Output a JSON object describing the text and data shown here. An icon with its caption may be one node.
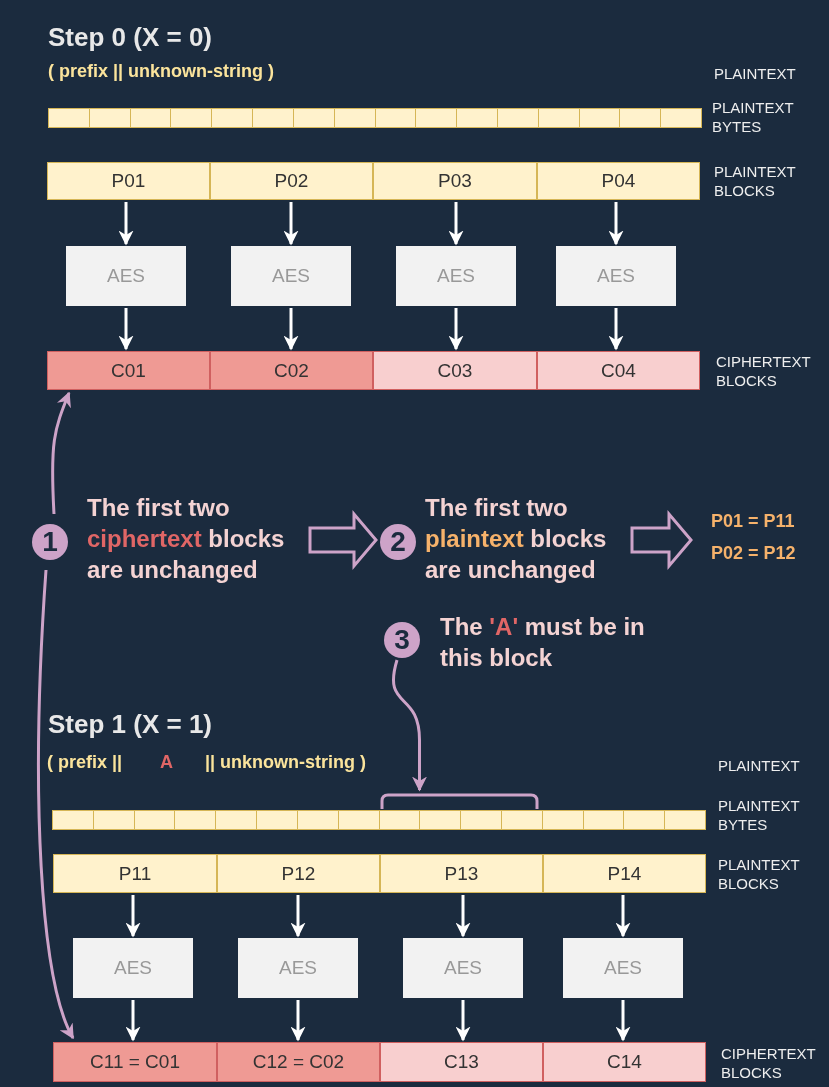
{
  "diagram": {
    "nodes": [
      {
        "text": [],
        "shape": "bar"
      },
      {
        "text": [
          "P01"
        ]
      },
      {
        "text": [
          "P02"
        ]
      },
      {
        "text": [
          "P03"
        ]
      },
      {
        "text": [
          "P04"
        ]
      },
      {
        "text": [
          "AES"
        ]
      },
      {
        "text": [
          "AES"
        ]
      },
      {
        "text": [
          "AES"
        ]
      },
      {
        "text": [
          "AES"
        ]
      },
      {
        "text": [
          "C01"
        ]
      },
      {
        "text": [
          "C02"
        ]
      },
      {
        "text": [
          "C03"
        ]
      },
      {
        "text": [
          "C04"
        ]
      },
      {
        "text": [
          "1"
        ],
        "beside": [
          "The first two **ciphertext** blocks are unchanged"
        ]
      },
      {
        "text": [
          "2"
        ],
        "beside": [
          "The first two **plaintext** blocks are unchanged"
        ]
      },
      {
        "text": [
          "P01 = P11",
          "P02 = P12"
        ]
      },
      {
        "text": [
          "3"
        ],
        "beside": [
          "The **'A'** must be in this block"
        ]
      },
      {
        "text": [],
        "shape": "bracket"
      },
      {
        "text": [],
        "shape": "bar"
      },
      {
        "text": [
          "P11"
        ]
      },
      {
        "text": [
          "P12"
        ]
      },
      {
        "text": [
          "P13"
        ]
      },
      {
        "text": [
          "P14"
        ]
      },
      {
        "text": [
          "AES"
        ]
      },
      {
        "text": [
          "AES"
        ]
      },
      {
        "text": [
          "AES"
        ]
      },
      {
        "text": [
          "AES"
        ]
      },
      {
        "text": [
          "C11 = C01"
        ]
      },
      {
        "text": [
          "C12 = C02"
        ]
      },
      {
        "text": [
          "C13"
        ]
      },
      {
        "text": [
          "C14"
        ]
      }
    ],
    "edges": [
      {
        "from": 1,
        "to": 5,
        "arrow": "to"
      },
      {
        "from": 2,
        "to": 6,
        "arrow": "to"
      },
      {
        "from": 3,
        "to": 7,
        "arrow": "to"
      },
      {
        "from": 4,
        "to": 8,
        "arrow": "to"
      },
      {
        "from": 5,
        "to": 9,
        "arrow": "to"
      },
      {
        "from": 6,
        "to": 10,
        "arrow": "to"
      },
      {
        "from": 7,
        "to": 11,
        "arrow": "to"
      },
      {
        "from": 8,
        "to": 12,
        "arrow": "to"
      },
      {
        "from": 13,
        "to": 9,
        "arrow": "to",
        "color": "#cda3c8"
      },
      {
        "from": 13,
        "to": 27,
        "arrow": "to",
        "color": "#cda3c8"
      },
      {
        "from": 13,
        "to": 14,
        "arrow": "to",
        "color": "#cda3c8"
      },
      {
        "from": 14,
        "to": 15,
        "arrow": "to",
        "color": "#cda3c8"
      },
      {
        "from": 16,
        "to": 17,
        "arrow": "to",
        "color": "#cda3c8"
      },
      {
        "from": 19,
        "to": 23,
        "arrow": "to"
      },
      {
        "from": 20,
        "to": 24,
        "arrow": "to"
      },
      {
        "from": 21,
        "to": 25,
        "arrow": "to"
      },
      {
        "from": 22,
        "to": 26,
        "arrow": "to"
      },
      {
        "from": 23,
        "to": 27,
        "arrow": "to"
      },
      {
        "from": 24,
        "to": 28,
        "arrow": "to"
      },
      {
        "from": 25,
        "to": 29,
        "arrow": "to"
      },
      {
        "from": 26,
        "to": 30,
        "arrow": "to"
      }
    ],
    "labels": [
      "Step 0 (X = 0)",
      "( prefix || unknown-string )",
      "PLAINTEXT",
      "PLAINTEXT BYTES",
      "PLAINTEXT BLOCKS",
      "CIPHERTEXT BLOCKS",
      "Step 1 (X = 1)",
      "( prefix ||",
      "A",
      "|| unknown-string )",
      "PLAINTEXT",
      "PLAINTEXT BYTES",
      "PLAINTEXT BLOCKS",
      "CIPHERTEXT BLOCKS"
    ]
  }
}
